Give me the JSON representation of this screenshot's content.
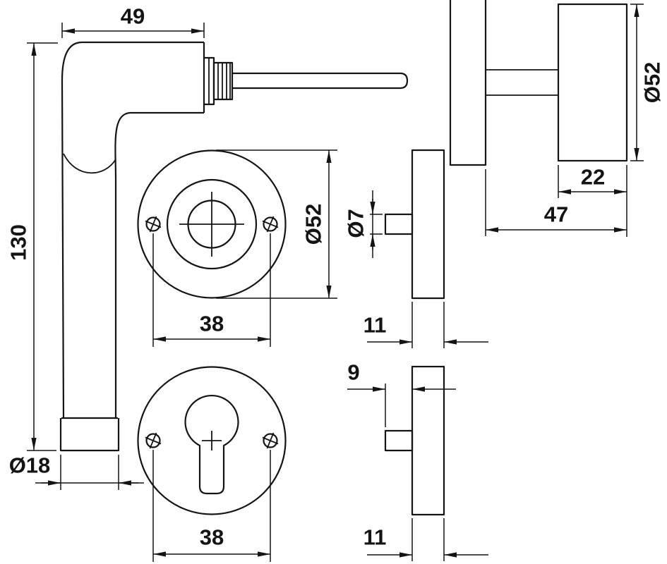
{
  "colors": {
    "line": "#141414",
    "background": "#ffffff"
  },
  "dimensions": {
    "handle": {
      "grip_length": "49",
      "overall_height": "130",
      "shaft_diameter": "Ø18"
    },
    "rosette_plain": {
      "outer_diameter": "Ø52",
      "screw_spacing": "38"
    },
    "rosette_cylinder": {
      "screw_spacing": "38"
    },
    "rosette_side_upper": {
      "pin_diameter": "Ø7",
      "thickness": "11"
    },
    "rosette_side_lower": {
      "pin_offset": "9",
      "thickness": "11"
    },
    "knob_side": {
      "diameter": "Ø52",
      "head_depth": "22",
      "projection": "47"
    }
  }
}
